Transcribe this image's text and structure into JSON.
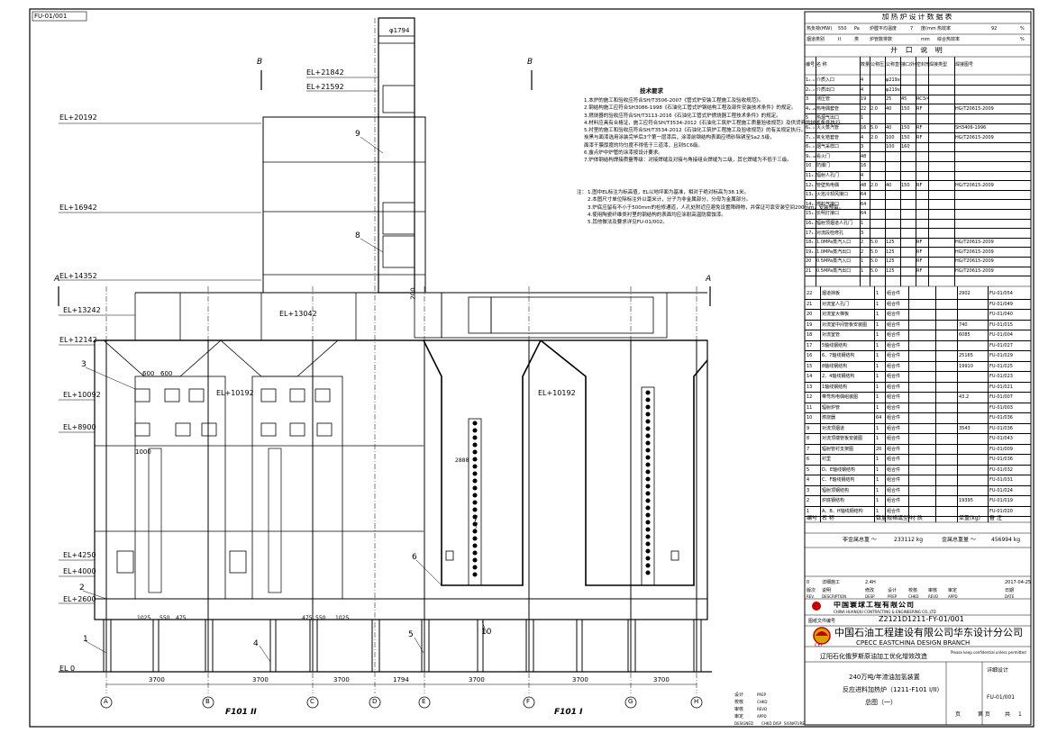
{
  "drawing_no_stamp": "FU-01/001",
  "elevations_left": [
    "EL+21842",
    "EL+21592",
    "EL+20192",
    "EL+16942",
    "EL+14352",
    "EL+13242",
    "EL+12142",
    "EL+10092",
    "EL+8900",
    "EL+4250",
    "EL+4000",
    "EL+2600",
    "EL 0"
  ],
  "elevations_mid": [
    "EL+13042",
    "EL+10192",
    "EL+10192"
  ],
  "dims_top": [
    "φ1794",
    "200"
  ],
  "dims_bottom": [
    "3700",
    "3700",
    "3700",
    "1794",
    "3700",
    "3700",
    "3700"
  ],
  "dims_small": [
    "600",
    "600",
    "1000",
    "1025",
    "550",
    "475",
    "475",
    "550",
    "1025",
    "2888"
  ],
  "axes": [
    "A",
    "B",
    "C",
    "D",
    "E",
    "F",
    "G",
    "H"
  ],
  "section_marks": [
    "B",
    "B",
    "A",
    "A"
  ],
  "part_numbers": [
    "1",
    "2",
    "3",
    "4",
    "5",
    "6",
    "7",
    "8",
    "9",
    "10"
  ],
  "furnace_labels": [
    "F101 II",
    "F101 I"
  ],
  "notes": {
    "title": "技术要求",
    "lines": [
      "1.本炉的施工和验收应符合SH/T3506-2007《管式炉安装工程施工及验收规范》。",
      "2.钢结构施工应符合SH3086-1998《石油化工管式炉钢结构工程及部件安装技术条件》的规定。",
      "3.燃烧器的验收应符合SH/T3113-2016《石油化工管式炉燃烧器工程技术条件》的规定。",
      "4.材料应具有合格证，施工应符合SH/T3534-2012《石油化工筑炉工程施工质量验收规范》及供货商的技术条件执行。",
      "5.衬里的施工和验收应符合SH/T3534-2012《石油化工筑炉工程施工及验收规范》的有关规定执行。",
      "  炭黑与面漆选用涂装完毕后3个第一层漆后，涂漆前钢结构表面应喷砂除锈至Sa2.5级，",
      "  面漆干膜厚度的均匀度不得低于三道漆，且到5C6级。",
      "6.露点炉中炉管的涂漆按设计要求。",
      "7.炉体钢结构焊接质量等级：对接焊缝及对接与角接组合焊缝为二级，其它焊缝为不低于三级。"
    ],
    "remarks_title": "注：",
    "remarks": [
      "1.图中EL标注为标高值，EL以地坪面为基准，相对于绝对标高为38.1米。",
      "2.本图尺寸单位除标注外以毫米计，分子为非金属部分，分母为金属部分。",
      "3.炉底应留有不小于500mm的检修通道，人孔处附近应避免设置障碍物，并保证可靠安装空间200mm，安装预留。",
      "4.使用陶瓷纤维类衬里的钢结构的表面均应涂耐高温防腐蚀漆。",
      "5.其他做法及要求详见FU-01/002。"
    ]
  },
  "design_data": {
    "title": "加热炉设计数据表",
    "row1": [
      "热负荷(MW)",
      "550",
      "Pa",
      "炉膛平均温度",
      "7",
      "度(mm)",
      "热效率",
      "92",
      "%"
    ],
    "row2": [
      "烟道类别",
      "II",
      "类",
      "炉管数排数",
      "",
      "mm",
      "综合热效率",
      "",
      "%"
    ]
  },
  "openings": {
    "title": "开 口 说 明",
    "headers": [
      "编号",
      "名 称",
      "数量",
      "公称压力(MPa)",
      "公称直径(mm)",
      "接口外伸长度(mm)",
      "密封形式",
      "焊接类型",
      "焊接图号"
    ],
    "rows": [
      [
        "1₁₋₄",
        "介质入口",
        "4",
        "",
        "φ219x28",
        "",
        "",
        "",
        ""
      ],
      [
        "2₁₋₄",
        "介质出口",
        "4",
        "",
        "φ219x28",
        "",
        "",
        "",
        ""
      ],
      [
        "3",
        "测压管",
        "19",
        "",
        "25",
        "45",
        "RC3/4\"",
        "",
        ""
      ],
      [
        "4₁₋₂₂",
        "热电偶套管",
        "22",
        "2.0",
        "40",
        "150",
        "RF",
        "",
        "HG/T20615-2009"
      ],
      [
        "5",
        "热烟气出口",
        "1",
        "",
        "",
        "",
        "",
        "",
        ""
      ],
      [
        "6₁₋₄",
        "灭火蒸汽管",
        "16",
        "5.0",
        "40",
        "150",
        "RF",
        "",
        "SH3406-1996"
      ],
      [
        "7₁₋₄",
        "氧化锆套管",
        "4",
        "2.0",
        "100",
        "150",
        "RF",
        "",
        "HG/T20615-2009"
      ],
      [
        "8₁₋₃",
        "烟气采样口",
        "3",
        "",
        "100",
        "160",
        "",
        "",
        ""
      ],
      [
        "9₁₋₄₈",
        "看火门",
        "48",
        "",
        "",
        "",
        "",
        "",
        ""
      ],
      [
        "10",
        "防爆门",
        "16",
        "",
        "",
        "",
        "",
        "",
        ""
      ],
      [
        "11₁₋₄",
        "辐射人孔门",
        "4",
        "",
        "",
        "",
        "",
        "",
        ""
      ],
      [
        "12₁₋₄₈",
        "管壁热电偶",
        "48",
        "2.0",
        "40",
        "150",
        "RF",
        "",
        "HG/T20615-2009"
      ],
      [
        "13₁₋₆₄",
        "火焰冷却风接口",
        "64",
        "",
        "",
        "",
        "",
        "",
        ""
      ],
      [
        "14₁₋₆₄",
        "燃料气接口",
        "64",
        "",
        "",
        "",
        "",
        "",
        ""
      ],
      [
        "15₁₋₆₄",
        "长明灯接口",
        "64",
        "",
        "",
        "",
        "",
        "",
        ""
      ],
      [
        "16₁₋₄",
        "辐射顶烟道人孔门",
        "1",
        "",
        "",
        "",
        "",
        "",
        ""
      ],
      [
        "17₁₋₅",
        "对流段检修孔",
        "3",
        "",
        "",
        "",
        "",
        "",
        ""
      ],
      [
        "18₁₋₂",
        "1.0MPa蒸汽入口",
        "2",
        "5.0",
        "125",
        "",
        "RF",
        "",
        "HG/T20615-2009"
      ],
      [
        "19₁₋₂",
        "1.0MPa蒸汽出口",
        "2",
        "5.0",
        "125",
        "",
        "RF",
        "",
        "HG/T20615-2009"
      ],
      [
        "20",
        "0.5MPa蒸汽入口",
        "1",
        "5.0",
        "125",
        "",
        "RF",
        "",
        "HG/T20615-2009"
      ],
      [
        "21",
        "0.5MPa蒸汽出口",
        "1",
        "5.0",
        "125",
        "",
        "RF",
        "",
        "HG/T20615-2009"
      ]
    ]
  },
  "parts": {
    "rows": [
      [
        "22",
        "烟道挡板",
        "1",
        "组合件",
        "",
        "",
        "2902",
        "FU-01/054"
      ],
      [
        "21",
        "对流室人孔门",
        "1",
        "组合件",
        "",
        "",
        "",
        "FU-01/049"
      ],
      [
        "20",
        "对流室大梯板",
        "1",
        "组合件",
        "",
        "",
        "",
        "FU-01/040"
      ],
      [
        "19",
        "对流室中间管板安装图",
        "1",
        "组合件",
        "",
        "",
        "740",
        "FU-01/015"
      ],
      [
        "18",
        "对流室管",
        "1",
        "组合件",
        "",
        "",
        "6085",
        "FU-01/004"
      ],
      [
        "17",
        "5轴线钢结构",
        "1",
        "组合件",
        "",
        "",
        "",
        "FU-01/027"
      ],
      [
        "16",
        "6、7轴线钢结构",
        "1",
        "组合件",
        "",
        "",
        "25165",
        "FU-01/029"
      ],
      [
        "15",
        "8轴线钢结构",
        "1",
        "组合件",
        "",
        "",
        "19910",
        "FU-01/025"
      ],
      [
        "14",
        "2、4轴线钢结构",
        "1",
        "组合件",
        "",
        "",
        "",
        "FU-01/023"
      ],
      [
        "13",
        "1轴线钢结构",
        "1",
        "组合件",
        "",
        "",
        "",
        "FU-01/021"
      ],
      [
        "12",
        "带弯热电偶组装图",
        "1",
        "组合件",
        "",
        "",
        "43.2",
        "FU-01/007"
      ],
      [
        "11",
        "辐射炉管",
        "1",
        "组合件",
        "",
        "",
        "",
        "FU-01/003"
      ],
      [
        "10",
        "燃烧器",
        "64",
        "组合件",
        "",
        "",
        "",
        "FU-01/036"
      ],
      [
        "9",
        "对流顶烟道",
        "1",
        "组合件",
        "",
        "",
        "3543",
        "FU-01/036"
      ],
      [
        "8",
        "对流顶端管板安装图",
        "1",
        "组合件",
        "",
        "",
        "",
        "FU-01/043"
      ],
      [
        "7",
        "辐射管衬支架图",
        "20",
        "组合件",
        "",
        "",
        "",
        "FU-01/009"
      ],
      [
        "6",
        "衬里",
        "1",
        "组合件",
        "",
        "",
        "",
        "FU-01/036"
      ],
      [
        "5",
        "D、E轴线钢结构",
        "1",
        "组合件",
        "",
        "",
        "",
        "FU-01/032"
      ],
      [
        "4",
        "C、F轴线钢结构",
        "1",
        "组合件",
        "",
        "",
        "",
        "FU-01/031"
      ],
      [
        "3",
        "辐射顶钢结构",
        "1",
        "组合件",
        "",
        "",
        "",
        "FU-01/024"
      ],
      [
        "2",
        "炉底钢结构",
        "1",
        "组合件",
        "",
        "",
        "19395",
        "FU-01/019"
      ],
      [
        "1",
        "A、B、H轴线钢结构",
        "1",
        "组合件",
        "",
        "",
        "",
        "FU-01/020"
      ]
    ],
    "header": [
      "编号",
      "名 称",
      "数量",
      "规格或型号",
      "材 质",
      "",
      "单重(kg)",
      "备 注"
    ],
    "totals": [
      "非金属总重 ～",
      "233112 kg",
      "金属总重量 ～",
      "456994 kg"
    ]
  },
  "revision": {
    "row": [
      "0",
      "详细施工",
      "2.4H",
      "",
      "",
      "",
      "",
      "2017-04-25"
    ],
    "headers": [
      "版次",
      "说明",
      "修改",
      "设计",
      "校核",
      "审核",
      "审定",
      "日期"
    ],
    "headers_en": [
      "REV.",
      "DESCRIPTION",
      "DESP",
      "PREP",
      "CHKD",
      "REVD",
      "APPD",
      "DATE"
    ]
  },
  "company": {
    "cn_small": "中国寰球工程有限公司",
    "en_small": "CHINA HUANQIU CONTRACTING & ENGINEERING CO.,LTD",
    "doc_no": "Z2121D1211-FY-01/001",
    "doc_no_label": "图纸文件编号",
    "logo": "CEI",
    "cn": "中国石油工程建设有限公司华东设计分公司",
    "en": "CPECC EASTCHINA DESIGN BRANCH",
    "confidential": "Please keep confidential unless permitted by CEI",
    "project": "辽阳石化俄罗斯原油加工优化增效改造",
    "unit": "240万吨/年渣油加氢装置",
    "title2": "反应进料加热炉（1211-F101 I/II）",
    "title3": "总图（一）",
    "design_stage": "详细设计",
    "file_no": "FU-01/001",
    "sheet_info": [
      "页",
      "第 页",
      "共",
      "1"
    ],
    "sig_labels": [
      "设计",
      "校核",
      "审核",
      "审定"
    ],
    "sig_labels_en": [
      "PREP",
      "CHKD",
      "REVD",
      "APPD"
    ],
    "sig_footer": [
      "DESIGNED",
      "CHKD DISP",
      "SIGNATURE"
    ]
  }
}
